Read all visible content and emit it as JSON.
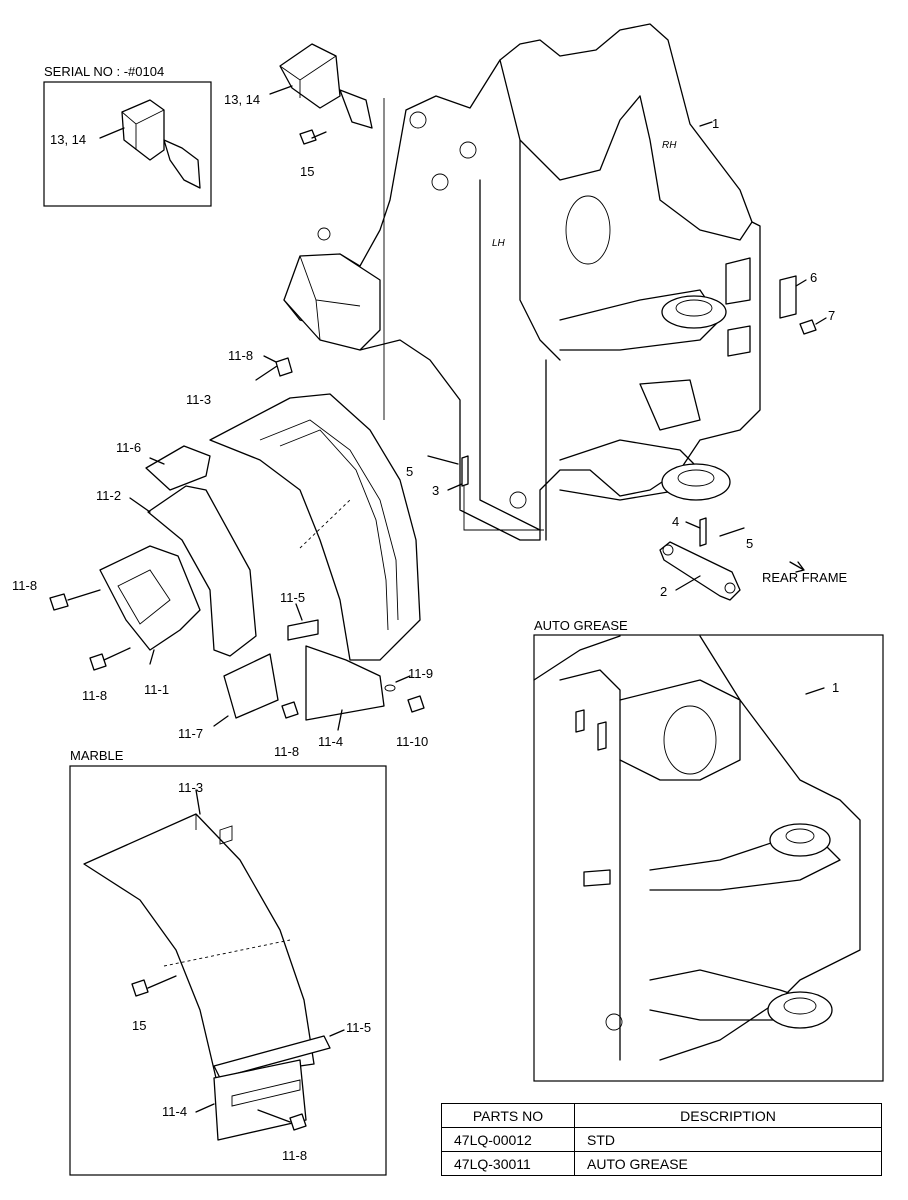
{
  "insets": {
    "serial": "SERIAL NO : -#0104",
    "auto_grease": "AUTO GREASE",
    "marble": "MARBLE"
  },
  "stamps": {
    "rh": "RH",
    "lh": "LH"
  },
  "callouts": {
    "c13_14_a": "13, 14",
    "c13_14_b": "13, 14",
    "c15_a": "15",
    "c15_b": "15",
    "c1_a": "1",
    "c1_b": "1",
    "c2": "2",
    "c3": "3",
    "c4": "4",
    "c5_a": "5",
    "c5_b": "5",
    "c6": "6",
    "c7": "7",
    "c11_1": "11-1",
    "c11_2": "11-2",
    "c11_3_a": "11-3",
    "c11_3_b": "11-3",
    "c11_4_a": "11-4",
    "c11_4_b": "11-4",
    "c11_5_a": "11-5",
    "c11_5_b": "11-5",
    "c11_6": "11-6",
    "c11_7": "11-7",
    "c11_8_a": "11-8",
    "c11_8_b": "11-8",
    "c11_8_c": "11-8",
    "c11_8_d": "11-8",
    "c11_8_e": "11-8",
    "c11_9": "11-9",
    "c11_10": "11-10",
    "rear_frame": "REAR FRAME"
  },
  "parts_table": {
    "headers": [
      "PARTS NO",
      "DESCRIPTION"
    ],
    "rows": [
      [
        "47LQ-00012",
        "STD"
      ],
      [
        "47LQ-30011",
        "AUTO GREASE"
      ]
    ]
  }
}
